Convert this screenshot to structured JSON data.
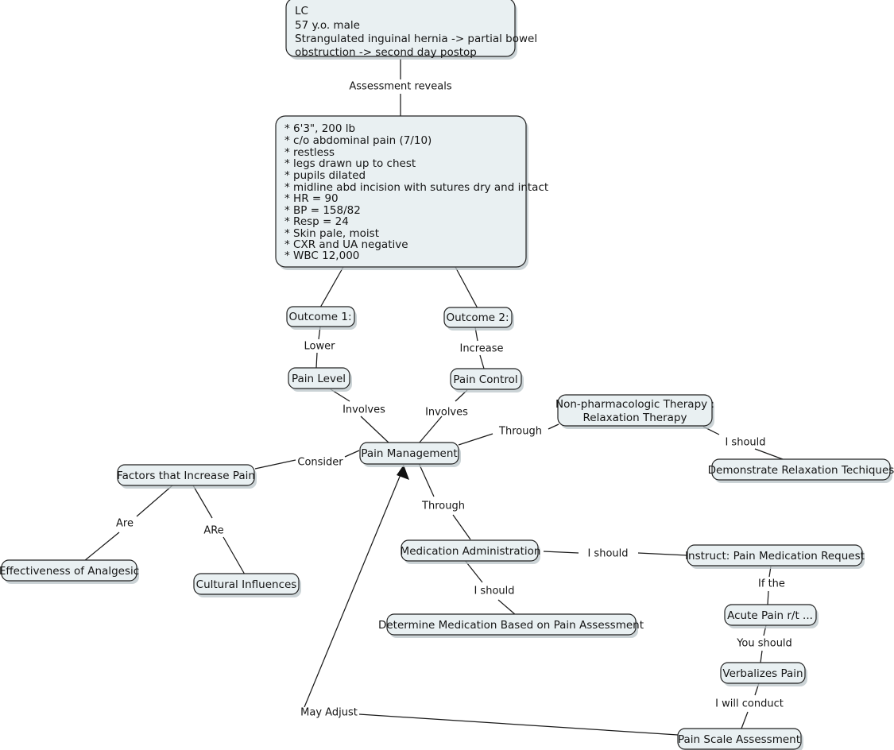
{
  "diagram": {
    "title": "Pain Management Concept Map",
    "node_fill": "#e9f0f2",
    "node_stroke": "#222222",
    "line_color": "#1a1a1a",
    "background": "#ffffff"
  },
  "nodes": {
    "patient_card": {
      "lines": [
        "LC",
        "57 y.o. male",
        "Strangulated inguinal hernia -> partial bowel",
        "obstruction -> second day postop"
      ]
    },
    "assessment_card": {
      "lines": [
        "* 6'3\", 200 lb",
        "* c/o abdominal pain (7/10)",
        "* restless",
        "* legs drawn up to chest",
        "* pupils dilated",
        "* midline abd incision with sutures dry and intact",
        "* HR = 90",
        "* BP = 158/82",
        "* Resp = 24",
        "* Skin pale, moist",
        "* CXR and UA negative",
        "* WBC 12,000"
      ]
    },
    "outcome1": {
      "label": "Outcome 1:"
    },
    "outcome2": {
      "label": "Outcome 2:"
    },
    "pain_level": {
      "label": "Pain Level"
    },
    "pain_control": {
      "label": "Pain Control"
    },
    "pain_management": {
      "label": "Pain Management"
    },
    "non_pharmacologic": {
      "line1": "Non-pharmacologic Therapy :",
      "line2": "Relaxation Therapy"
    },
    "demonstrate_relaxation": {
      "label": "Demonstrate Relaxation Techiques"
    },
    "factors_increase_pain": {
      "label": "Factors that Increase Pain"
    },
    "effectiveness_analgesic": {
      "label": "Effectiveness of Analgesic"
    },
    "cultural_influences": {
      "label": "Cultural Influences"
    },
    "medication_administration": {
      "label": "Medication Administration"
    },
    "determine_medication": {
      "label": "Determine Medication Based on Pain Assessment"
    },
    "instruct_request": {
      "label": "Instruct: Pain Medication Request"
    },
    "acute_pain": {
      "label": "Acute Pain r/t ..."
    },
    "verbalizes_pain": {
      "label": "Verbalizes Pain"
    },
    "pain_scale_assessment": {
      "label": "Pain Scale Assessment"
    }
  },
  "edge_labels": {
    "assessment_reveals": "Assessment reveals",
    "lower": "Lower",
    "increase": "Increase",
    "involves_left": "Involves",
    "involves_right": "Involves",
    "through_relaxation": "Through",
    "i_should_relaxation": "I should",
    "consider": "Consider",
    "are": "Are",
    "are_caps": "ARe",
    "through_medication": "Through",
    "i_should_determine": "I should",
    "i_should_instruct": "I should",
    "if_the": "If the",
    "you_should": "You should",
    "i_will_conduct": "I will conduct",
    "may_adjust": "May Adjust"
  }
}
